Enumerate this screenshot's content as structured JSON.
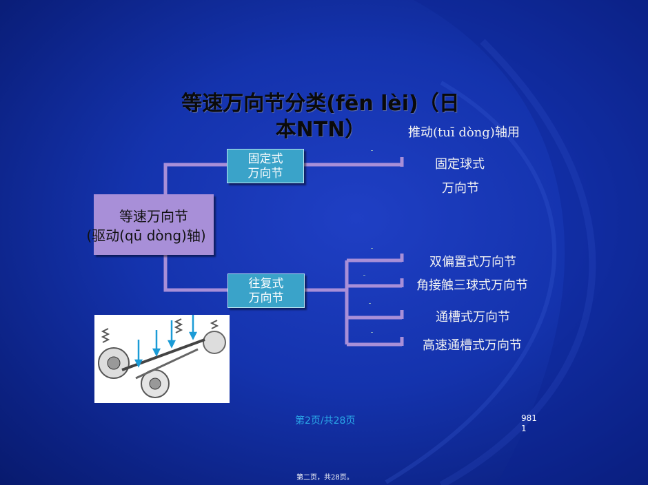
{
  "title": "等速万向节分类(fēn lèi)（日本NTN）",
  "root": {
    "line1": "等速万向节",
    "line2": "(驱动(qū dòng)轴)"
  },
  "branches": [
    {
      "label_line1": "固定式",
      "label_line2": "万向节",
      "leaves": [
        "推动(tuī dòng)轴用",
        "固定球式",
        "万向节"
      ]
    },
    {
      "label_line1": "往复式",
      "label_line2": "万向节",
      "leaves": [
        "双偏置式万向节",
        "角接触三球式万向节",
        "通槽式万向节",
        "高速通槽式万向节"
      ]
    }
  ],
  "footer": {
    "page": "第2页/共28页",
    "number": "981\n1",
    "bottom": "第二页，共28页。"
  },
  "colors": {
    "background": "#1433ad",
    "root_box": "#a88fd8",
    "branch_box": "#3aa3c9",
    "connector": "#a88fd8"
  }
}
